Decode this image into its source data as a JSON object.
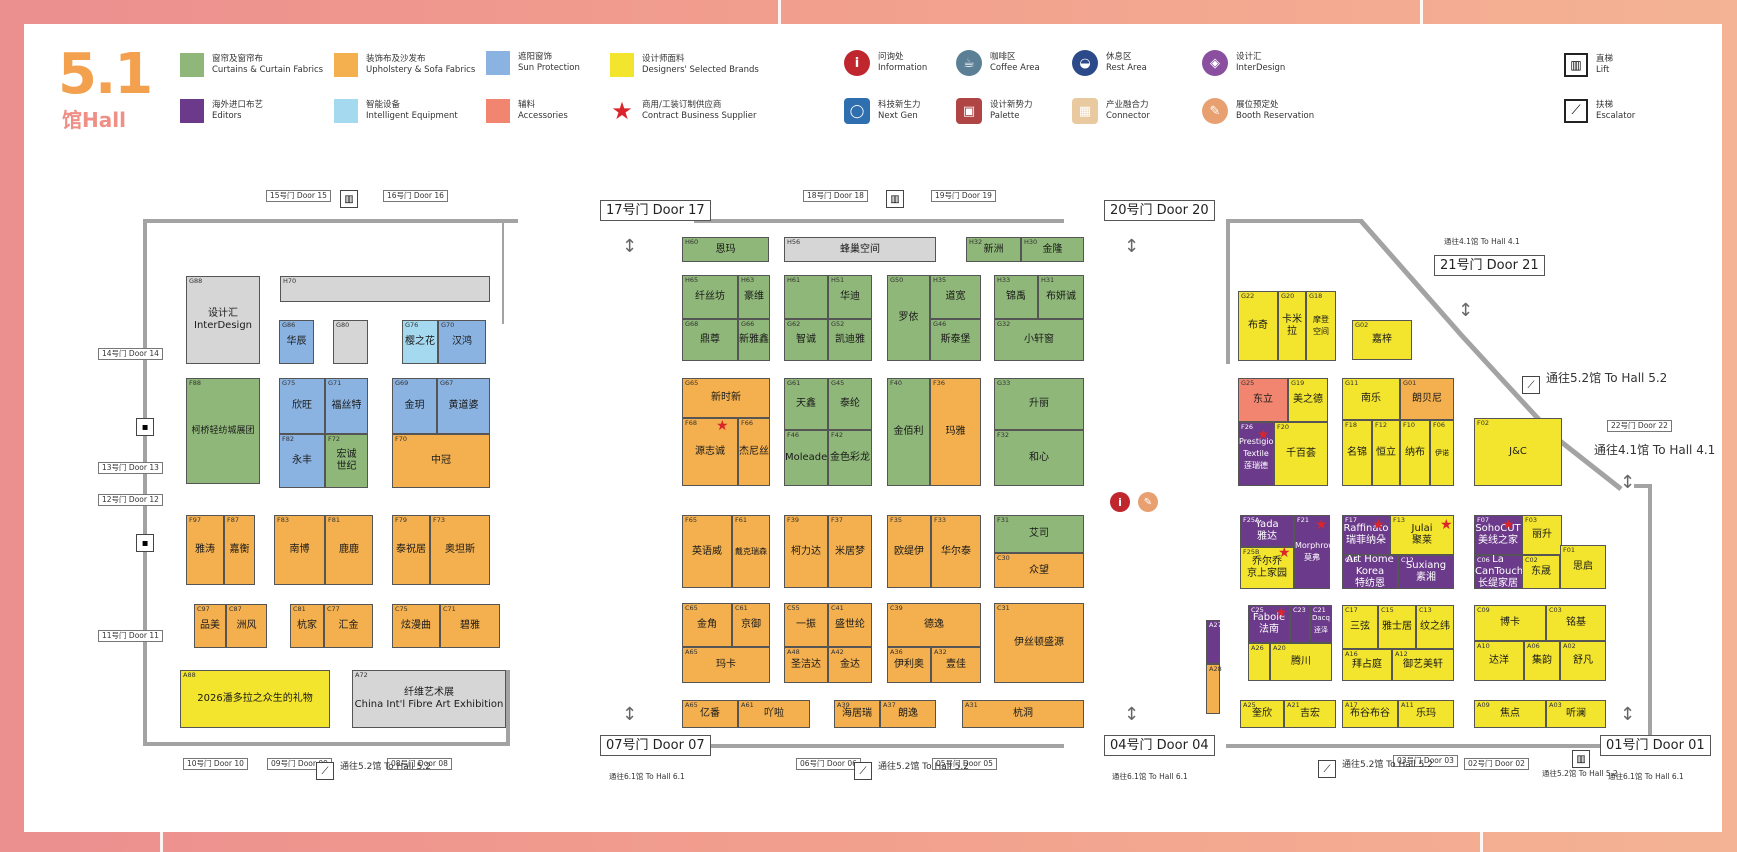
{
  "logo": {
    "number": "5.1",
    "label": "馆Hall"
  },
  "legend": [
    {
      "id": "curtain",
      "zh": "窗帘及窗帘布",
      "en": "Curtains & Curtain Fabrics",
      "color": "#8fb779"
    },
    {
      "id": "upholstery",
      "zh": "装饰布及沙发布",
      "en": "Upholstery & Sofa Fabrics",
      "color": "#f4b04e"
    },
    {
      "id": "sun",
      "zh": "遮阳窗饰",
      "en": "Sun Protection",
      "color": "#8ab3e1"
    },
    {
      "id": "designers",
      "zh": "设计师面料",
      "en": "Designers' Selected Brands",
      "color": "#f3e52d"
    },
    {
      "id": "information",
      "zh": "问询处",
      "en": "Information",
      "icon": "info-icon",
      "color": "#c0262e"
    },
    {
      "id": "coffee",
      "zh": "咖啡区",
      "en": "Coffee Area",
      "icon": "coffee-icon",
      "color": "#5b7f95"
    },
    {
      "id": "rest",
      "zh": "休息区",
      "en": "Rest Area",
      "icon": "rest-icon",
      "color": "#2c4a8a"
    },
    {
      "id": "interdesign",
      "zh": "设计汇",
      "en": "InterDesign",
      "icon": "interdesign-icon",
      "color": "#8a4f9e"
    },
    {
      "id": "lift",
      "zh": "直梯",
      "en": "Lift",
      "icon": "lift-icon",
      "color": "#222222"
    },
    {
      "id": "editors",
      "zh": "海外进口布艺",
      "en": "Editors",
      "color": "#6b3a8a"
    },
    {
      "id": "intelligent",
      "zh": "智能设备",
      "en": "Intelligent Equipment",
      "color": "#a5d9f0"
    },
    {
      "id": "accessories",
      "zh": "辅料",
      "en": "Accessories",
      "color": "#f2856f"
    },
    {
      "id": "contract",
      "zh": "商用/工装订制供应商",
      "en": "Contract Business Supplier",
      "icon": "star-icon",
      "color": "#d9252b"
    },
    {
      "id": "nextgen",
      "zh": "科技新生力",
      "en": "Next Gen",
      "icon": "nextgen-icon",
      "color": "#2f6fb0"
    },
    {
      "id": "palette",
      "zh": "设计新势力",
      "en": "Palette",
      "icon": "palette-icon",
      "color": "#b04545"
    },
    {
      "id": "connector",
      "zh": "产业融合力",
      "en": "Connector",
      "icon": "connector-icon",
      "color": "#e8c9a0"
    },
    {
      "id": "booth",
      "zh": "展位预定处",
      "en": "Booth Reservation",
      "icon": "booth-icon",
      "color": "#e8a070"
    },
    {
      "id": "escalator",
      "zh": "扶梯",
      "en": "Escalator",
      "icon": "escalator-icon",
      "color": "#222222"
    }
  ],
  "big_doors": {
    "d17": "17号门\nDoor 17",
    "d20": "20号门\nDoor 20",
    "d21": "21号门\nDoor 21",
    "d07": "07号门\nDoor 07",
    "d04": "04号门\nDoor 04",
    "d01": "01号门\nDoor 01"
  },
  "small_doors": {
    "d15": "15号门\nDoor 15",
    "d16": "16号门\nDoor 16",
    "d14": "14号门\nDoor 14",
    "d13": "13号门\nDoor 13",
    "d12": "12号门\nDoor 12",
    "d11": "11号门\nDoor 11",
    "d10": "10号门\nDoor 10",
    "d09": "09号门\nDoor 09",
    "d08": "08号门\nDoor 08",
    "d18": "18号门\nDoor 18",
    "d19": "19号门\nDoor 19",
    "d06": "06号门\nDoor 06",
    "d05": "05号门\nDoor 05",
    "d22": "22号门\nDoor 22",
    "d03": "03号门\nDoor 03",
    "d02": "02号门\nDoor 02"
  },
  "notes": {
    "to52a": "通往5.2馆\nTo Hall 5.2",
    "to52b": "通往5.2馆\nTo Hall 5.2",
    "to52c": "通往5.2馆\nTo Hall 5.2",
    "to52d": "通往5.2馆\nTo Hall 5.2",
    "to52e": "通往5.2馆\nTo Hall 5.2",
    "to61a": "通往6.1馆\nTo Hall 6.1",
    "to61b": "通往6.1馆\nTo Hall 6.1",
    "to61c": "通往6.1馆\nTo Hall 6.1",
    "to41a": "通往4.1馆\nTo Hall 4.1",
    "to41b": "通往4.1馆\nTo Hall 4.1"
  },
  "booths": [
    {
      "c": "G88",
      "n": "设计汇\nInterDesign",
      "t": "gy"
    },
    {
      "c": "H70",
      "n": "",
      "t": "gy"
    },
    {
      "c": "G86",
      "n": "华辰",
      "t": "bl"
    },
    {
      "c": "G80",
      "n": "",
      "t": "gy"
    },
    {
      "c": "G76",
      "n": "樱之花",
      "t": "lb"
    },
    {
      "c": "G70",
      "n": "汉鸿",
      "t": "bl"
    },
    {
      "c": "F88",
      "n": "柯桥轻纺城展团",
      "t": "gr"
    },
    {
      "c": "G75",
      "n": "欣旺",
      "t": "bl"
    },
    {
      "c": "G71",
      "n": "福丝特",
      "t": "bl"
    },
    {
      "c": "F82",
      "n": "永丰",
      "t": "bl"
    },
    {
      "c": "F72",
      "n": "宏诚\n世纪",
      "t": "gr"
    },
    {
      "c": "G69",
      "n": "金玥",
      "t": "bl"
    },
    {
      "c": "G67",
      "n": "黄道婆",
      "t": "bl"
    },
    {
      "c": "F70",
      "n": "中冠",
      "t": "or"
    },
    {
      "c": "F97",
      "n": "雅涛",
      "t": "or"
    },
    {
      "c": "F87",
      "n": "嘉衡",
      "t": "or"
    },
    {
      "c": "F83",
      "n": "南博",
      "t": "or"
    },
    {
      "c": "F81",
      "n": "鹿鹿",
      "t": "or"
    },
    {
      "c": "F79",
      "n": "泰祝居",
      "t": "or"
    },
    {
      "c": "F73",
      "n": "奥坦斯",
      "t": "or"
    },
    {
      "c": "C97",
      "n": "品美",
      "t": "or"
    },
    {
      "c": "C87",
      "n": "洲风",
      "t": "or"
    },
    {
      "c": "C81",
      "n": "杭家",
      "t": "or"
    },
    {
      "c": "C77",
      "n": "汇金",
      "t": "or"
    },
    {
      "c": "C75",
      "n": "炫漫曲",
      "t": "or"
    },
    {
      "c": "C71",
      "n": "碧雅",
      "t": "or"
    },
    {
      "c": "A88",
      "n": "2026潘多拉之众生的礼物",
      "t": "ye"
    },
    {
      "c": "A72",
      "n": "纤维艺术展\nChina Int'l Fibre Art Exhibition",
      "t": "gy"
    },
    {
      "c": "H60",
      "n": "恩玛",
      "t": "gr"
    },
    {
      "c": "H56",
      "n": "蜂巢空间",
      "t": "gy"
    },
    {
      "c": "H32",
      "n": "新洲",
      "t": "gr"
    },
    {
      "c": "H30",
      "n": "金隆",
      "t": "gr"
    },
    {
      "c": "H65",
      "n": "纤丝坊",
      "t": "gr"
    },
    {
      "c": "H63",
      "n": "豪维",
      "t": "gr"
    },
    {
      "c": "G68",
      "n": "鼎尊",
      "t": "gr"
    },
    {
      "c": "G66",
      "n": "新雅鑫",
      "t": "gr"
    },
    {
      "c": "H61",
      "n": "",
      "t": "gr"
    },
    {
      "c": "H51",
      "n": "华迪",
      "t": "gr"
    },
    {
      "c": "G62",
      "n": "智诚",
      "t": "gr"
    },
    {
      "c": "G52",
      "n": "凯迪雅",
      "t": "gr"
    },
    {
      "c": "G50",
      "n": "罗依",
      "t": "gr"
    },
    {
      "c": "H35",
      "n": "道宽",
      "t": "gr"
    },
    {
      "c": "G46",
      "n": "斯泰堡",
      "t": "gr"
    },
    {
      "c": "H33",
      "n": "锦禹",
      "t": "gr"
    },
    {
      "c": "H31",
      "n": "布妍诚",
      "t": "gr"
    },
    {
      "c": "G32",
      "n": "小轩窗",
      "t": "gr"
    },
    {
      "c": "G65",
      "n": "新时新",
      "t": "or"
    },
    {
      "c": "F68",
      "n": "源志诚",
      "t": "or"
    },
    {
      "c": "F66",
      "n": "杰尼丝",
      "t": "or"
    },
    {
      "c": "G61",
      "n": "天鑫",
      "t": "gr"
    },
    {
      "c": "G45",
      "n": "泰纶",
      "t": "gr"
    },
    {
      "c": "F46",
      "n": "Moleader",
      "t": "gr"
    },
    {
      "c": "F42",
      "n": "金色彩龙",
      "t": "gr"
    },
    {
      "c": "F40",
      "n": "金佰利",
      "t": "gr"
    },
    {
      "c": "F36",
      "n": "玛雅",
      "t": "or"
    },
    {
      "c": "G33",
      "n": "升丽",
      "t": "gr"
    },
    {
      "c": "F32",
      "n": "和心",
      "t": "gr"
    },
    {
      "c": "F65",
      "n": "英语威",
      "t": "or"
    },
    {
      "c": "F61",
      "n": "戴克瑞森",
      "t": "or"
    },
    {
      "c": "F39",
      "n": "柯力达",
      "t": "or"
    },
    {
      "c": "F37",
      "n": "米居梦",
      "t": "or"
    },
    {
      "c": "F35",
      "n": "欧缇伊",
      "t": "or"
    },
    {
      "c": "F33",
      "n": "华尔泰",
      "t": "or"
    },
    {
      "c": "F31",
      "n": "艾司",
      "t": "gr"
    },
    {
      "c": "C30",
      "n": "众望",
      "t": "or"
    },
    {
      "c": "C65",
      "n": "金角",
      "t": "or"
    },
    {
      "c": "C61",
      "n": "京御",
      "t": "or"
    },
    {
      "c": "A65",
      "n": "玛卡",
      "t": "or"
    },
    {
      "c": "C55",
      "n": "一振",
      "t": "or"
    },
    {
      "c": "C41",
      "n": "盛世纶",
      "t": "or"
    },
    {
      "c": "A48",
      "n": "圣洁达",
      "t": "or"
    },
    {
      "c": "A42",
      "n": "金达",
      "t": "or"
    },
    {
      "c": "C39",
      "n": "德逸",
      "t": "or"
    },
    {
      "c": "A36",
      "n": "伊利奥",
      "t": "or"
    },
    {
      "c": "A32",
      "n": "壹佳",
      "t": "or"
    },
    {
      "c": "C31",
      "n": "伊丝顿盛源",
      "t": "or"
    },
    {
      "c": "A65b",
      "n": "亿番",
      "t": "or"
    },
    {
      "c": "A61",
      "n": "吖啦",
      "t": "or"
    },
    {
      "c": "A39",
      "n": "海居瑞",
      "t": "or"
    },
    {
      "c": "A37",
      "n": "朗逸",
      "t": "or"
    },
    {
      "c": "A31",
      "n": "杭洞",
      "t": "or"
    },
    {
      "c": "G22",
      "n": "布奇",
      "t": "ye"
    },
    {
      "c": "G20",
      "n": "卡米拉",
      "t": "ye"
    },
    {
      "c": "G18",
      "n": "摩登\n空间",
      "t": "ye"
    },
    {
      "c": "G02",
      "n": "嘉梓",
      "t": "ye"
    },
    {
      "c": "G25",
      "n": "东立",
      "t": "sa"
    },
    {
      "c": "G19",
      "n": "美之德",
      "t": "ye"
    },
    {
      "c": "F26",
      "n": "Prestigious\nTextile\n莲瑞德",
      "t": "pu"
    },
    {
      "c": "F20",
      "n": "千百荟",
      "t": "ye"
    },
    {
      "c": "G11",
      "n": "南乐",
      "t": "ye"
    },
    {
      "c": "G01",
      "n": "朗贝尼",
      "t": "or"
    },
    {
      "c": "F18",
      "n": "名锦",
      "t": "ye"
    },
    {
      "c": "F12",
      "n": "恒立",
      "t": "ye"
    },
    {
      "c": "F10",
      "n": "纳布",
      "t": "ye"
    },
    {
      "c": "F06",
      "n": "伊诺",
      "t": "ye"
    },
    {
      "c": "F02",
      "n": "J&C",
      "t": "ye"
    },
    {
      "c": "F25A",
      "n": "Yada\n雅达",
      "t": "pu"
    },
    {
      "c": "F21",
      "n": "Morphrow\n莫弗",
      "t": "pu"
    },
    {
      "c": "F25B",
      "n": "乔尔乔\n京上家园",
      "t": "ye"
    },
    {
      "c": "F17",
      "n": "Raffinato\n瑞菲纳朵",
      "t": "pu"
    },
    {
      "c": "F13",
      "n": "Julai\n聚莱",
      "t": "ye"
    },
    {
      "c": "C16",
      "n": "Art Home Korea\n特纺恩",
      "t": "pu"
    },
    {
      "c": "C12",
      "n": "Suxiang\n素湘",
      "t": "pu"
    },
    {
      "c": "F07",
      "n": "SohoCUT\n美线之家",
      "t": "pu"
    },
    {
      "c": "F03",
      "n": "丽升",
      "t": "ye"
    },
    {
      "c": "C06",
      "n": "La CanTouch\n长缇家居",
      "t": "pu"
    },
    {
      "c": "C02",
      "n": "东晟",
      "t": "ye"
    },
    {
      "c": "F01",
      "n": "思启",
      "t": "ye"
    },
    {
      "c": "A27",
      "n": "",
      "t": "pu"
    },
    {
      "c": "A28",
      "n": "",
      "t": "or"
    },
    {
      "c": "C25",
      "n": "Faboie\n法南",
      "t": "pu"
    },
    {
      "c": "C23",
      "n": "",
      "t": "pu"
    },
    {
      "c": "C21",
      "n": "Dacq\n逹泽",
      "t": "pu"
    },
    {
      "c": "A26",
      "n": "",
      "t": "ye"
    },
    {
      "c": "A20",
      "n": "腾川",
      "t": "ye"
    },
    {
      "c": "C17",
      "n": "三弦",
      "t": "ye"
    },
    {
      "c": "C15",
      "n": "雅士居",
      "t": "ye"
    },
    {
      "c": "C13",
      "n": "纹之纬",
      "t": "ye"
    },
    {
      "c": "A16",
      "n": "拜占庭",
      "t": "ye"
    },
    {
      "c": "A12",
      "n": "御艺美轩",
      "t": "ye"
    },
    {
      "c": "C09",
      "n": "博卡",
      "t": "ye"
    },
    {
      "c": "C03",
      "n": "铭基",
      "t": "ye"
    },
    {
      "c": "A10",
      "n": "达洋",
      "t": "ye"
    },
    {
      "c": "A06",
      "n": "集韵",
      "t": "ye"
    },
    {
      "c": "A02",
      "n": "舒凡",
      "t": "ye"
    },
    {
      "c": "A25",
      "n": "奎欣",
      "t": "ye"
    },
    {
      "c": "A21",
      "n": "吉宏",
      "t": "ye"
    },
    {
      "c": "A17",
      "n": "布谷布谷",
      "t": "ye"
    },
    {
      "c": "A11",
      "n": "乐玛",
      "t": "ye"
    },
    {
      "c": "A09",
      "n": "焦点",
      "t": "ye"
    },
    {
      "c": "A03",
      "n": "听澜",
      "t": "ye"
    }
  ]
}
